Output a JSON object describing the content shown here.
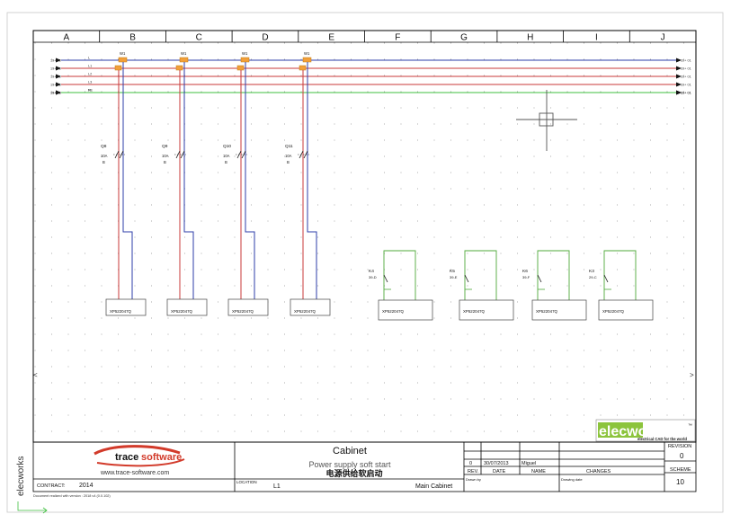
{
  "columns": [
    "A",
    "B",
    "C",
    "D",
    "E",
    "F",
    "G",
    "H",
    "I",
    "J"
  ],
  "buses": [
    {
      "wire": "L",
      "left_tag": "19+ 01",
      "right_tag": "19+ 01",
      "color": "#2d3ea8"
    },
    {
      "wire": "L1",
      "left_tag": "19+ 01",
      "right_tag": "19+ 01",
      "color": "#c83a3a"
    },
    {
      "wire": "L2",
      "left_tag": "19+ 01",
      "right_tag": "19+ 01",
      "color": "#c83a3a"
    },
    {
      "wire": "L3",
      "left_tag": "19+ 01",
      "right_tag": "19+ 01",
      "color": "#c83a3a"
    },
    {
      "wire": "N",
      "left_tag": "19+ 01",
      "right_tag": "19+ 01",
      "color": "#2d3ea8"
    },
    {
      "wire": "PE",
      "left_tag": "19+ 01",
      "right_tag": "19+ 01",
      "color": "#3fbf3f"
    }
  ],
  "breaker_branches": [
    {
      "wire": "W1",
      "breaker": "Q8",
      "rating": "10A",
      "curve": "B",
      "plc": "XP522047Q"
    },
    {
      "wire": "W1",
      "breaker": "Q9",
      "rating": "10A",
      "curve": "B",
      "plc": "XP522047Q"
    },
    {
      "wire": "W1",
      "breaker": "Q10",
      "rating": "10A",
      "curve": "B",
      "plc": "XP522047Q"
    },
    {
      "wire": "W1",
      "breaker": "Q11",
      "rating": "10A",
      "curve": "B",
      "plc": "XP522047Q"
    }
  ],
  "relay_branches": [
    {
      "relay": "K4",
      "contact": "39-D",
      "plc": "XP522047Q"
    },
    {
      "relay": "K5",
      "contact": "39-E",
      "plc": "XP522047Q"
    },
    {
      "relay": "K6",
      "contact": "39-F",
      "plc": "XP522047Q"
    },
    {
      "relay": "K3",
      "contact": "29-C",
      "plc": "XP522047Q"
    }
  ],
  "logos": {
    "elecworks": "elecworks",
    "elecworks_tm": "™",
    "elecworks_tagline": "electrical CAD for the world",
    "trace_left": "trace",
    "trace_right": "software",
    "trace_url": "www.trace-software.com"
  },
  "title_block": {
    "title": "Cabinet",
    "subtitle_en": "Power supply soft start",
    "subtitle_cn": "电源供给软启动",
    "contract_label": "CONTRACT:",
    "contract_value": "2014",
    "location_label": "LOCATION",
    "location_value": "L1",
    "location_name": "Main Cabinet",
    "revision_label": "REVISION",
    "revision_value": "0",
    "scheme_label": "SCHEME",
    "scheme_value": "10",
    "rev_row": {
      "rev": "0",
      "date": "30/07/2013",
      "name": "Miguel"
    },
    "headers": {
      "rev": "REV.",
      "date": "DATE",
      "name": "NAME",
      "changes": "CHANGES"
    },
    "drawn_by_label": "Drawn by",
    "drawing_date_label": "Drawing date",
    "side_brand": "elecworks",
    "footnote": "Document realized with version : 2018 v4 (0.0.102)"
  }
}
